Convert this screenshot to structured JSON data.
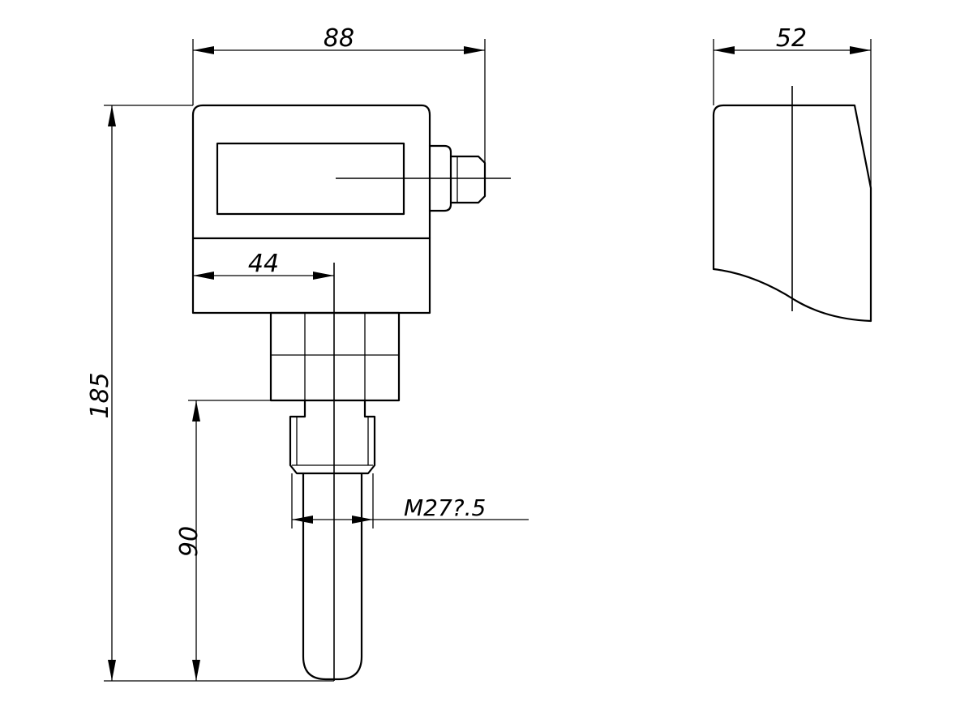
{
  "dimensions": {
    "front_width": "88",
    "front_height": "185",
    "display_offset": "44",
    "stem_length": "90",
    "thread": "M27?.5",
    "side_width": "52"
  }
}
